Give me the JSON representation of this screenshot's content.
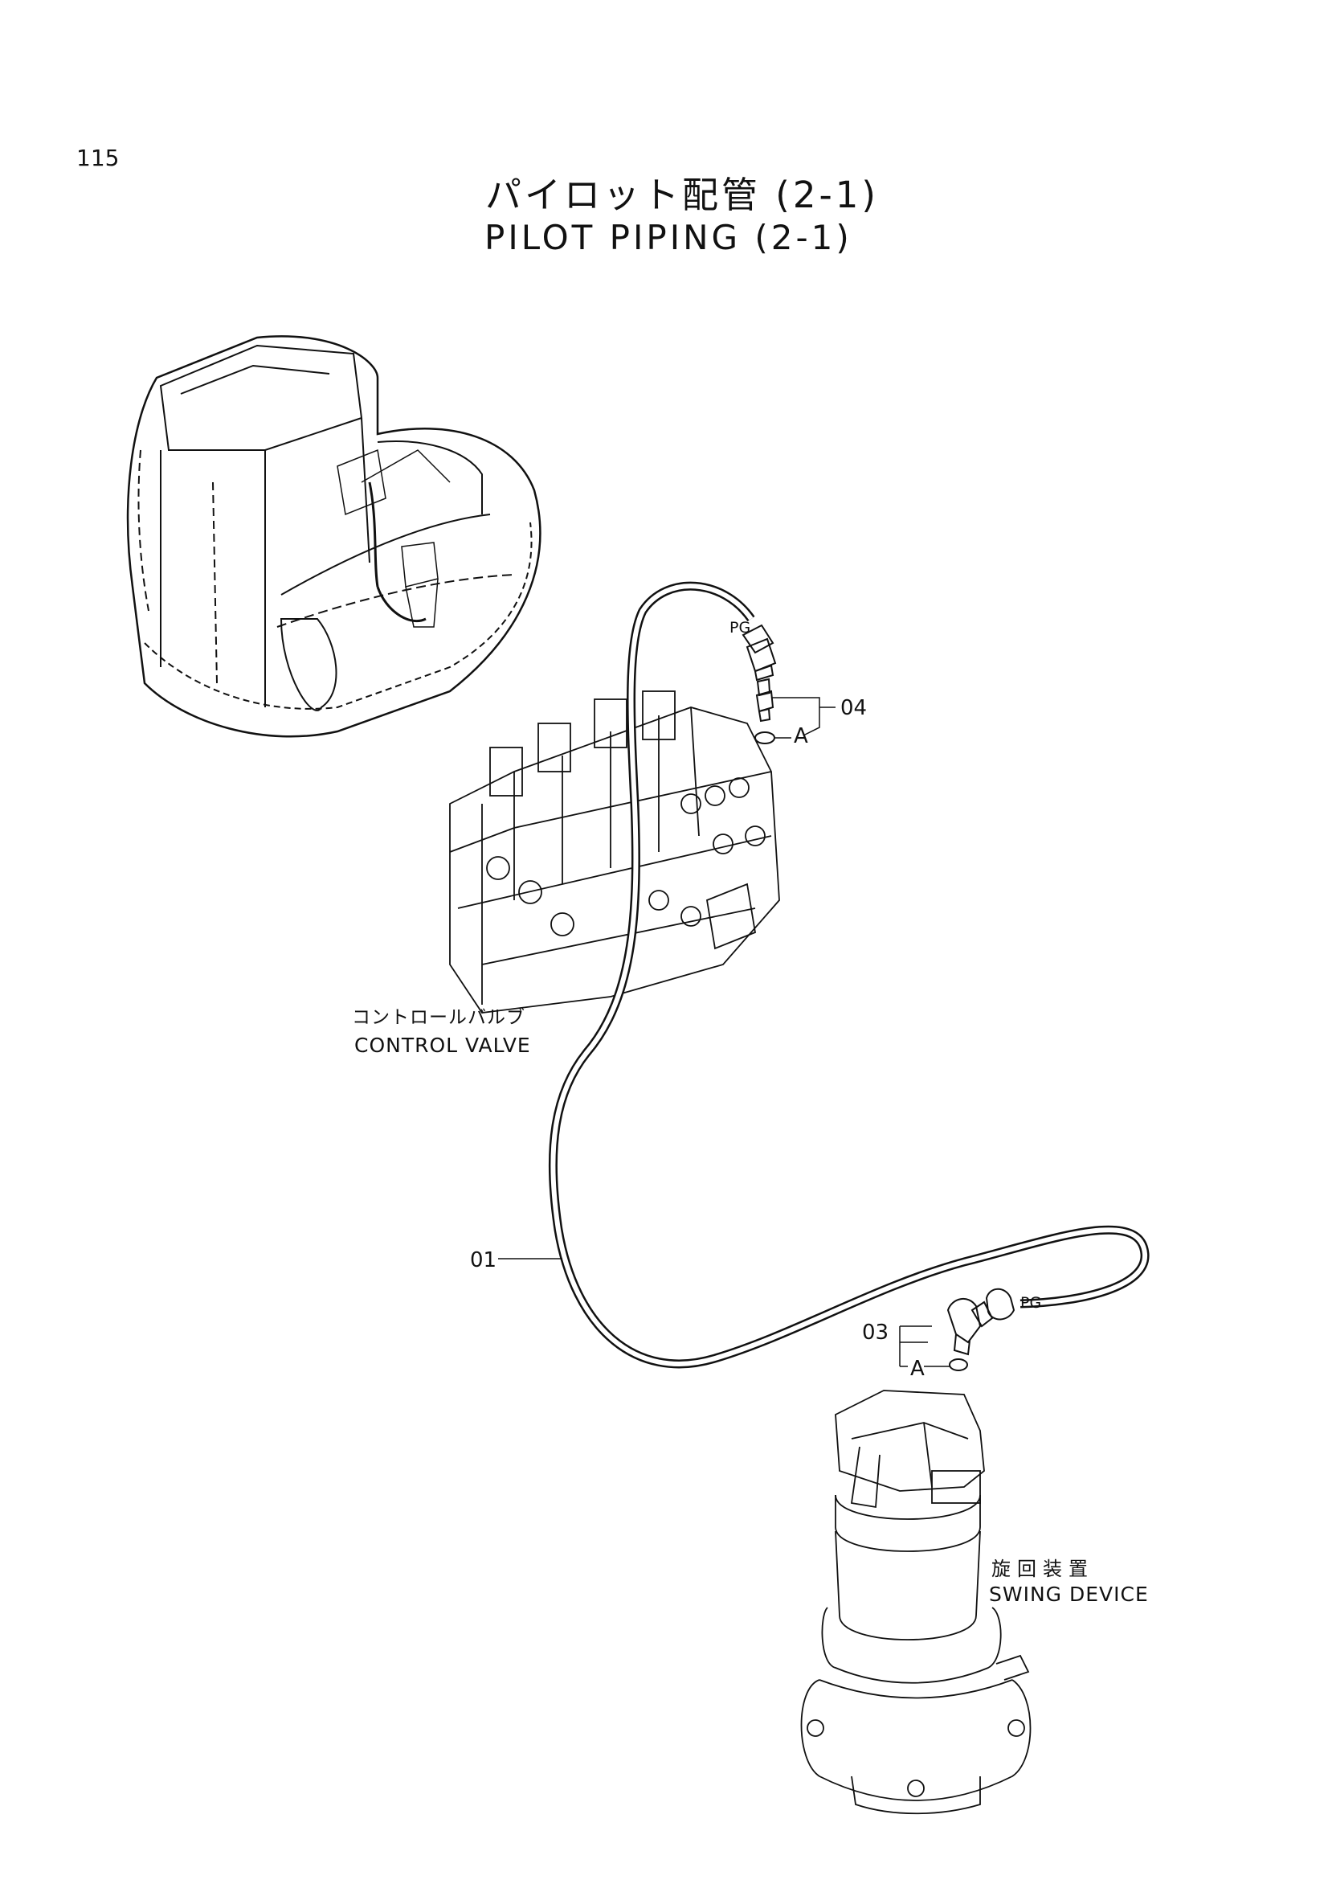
{
  "page_number": "115",
  "title": {
    "jp": "パイロット配管 (2-1)",
    "en": "PILOT PIPING (2-1)"
  },
  "components": {
    "control_valve": {
      "jp": "コントロールバルブ",
      "en": "CONTROL VALVE"
    },
    "swing_device": {
      "jp": "旋回装置",
      "en": "SWING DEVICE"
    }
  },
  "callouts": {
    "hose": "01",
    "elbow": "03",
    "adapter": "04",
    "o_ring_top": "A",
    "o_ring_bottom": "A",
    "port_top": "PG",
    "port_bottom": "PG"
  }
}
